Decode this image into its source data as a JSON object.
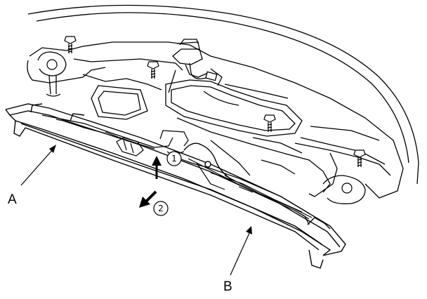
{
  "callouts": {
    "a": "A",
    "b": "B"
  },
  "steps": {
    "one": "1",
    "two": "2"
  }
}
